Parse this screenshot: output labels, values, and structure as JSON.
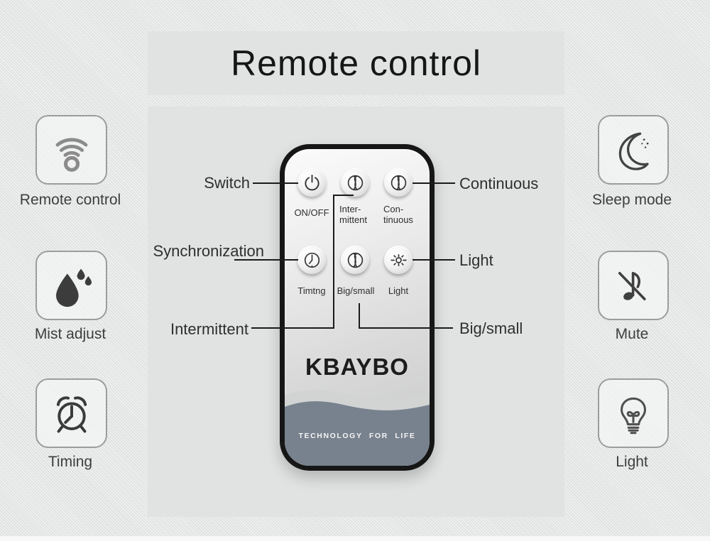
{
  "page": {
    "title": "Remote control"
  },
  "brand": {
    "name": "KBAYBO",
    "tagline": "TECHNOLOGY FOR LIFE"
  },
  "colors": {
    "background": "#ebecec",
    "panel": "#e1e2e2",
    "wave_slate": "#78828e",
    "wave_band": "#d2d4d4",
    "callout_line": "#1b1b1b",
    "remote_border": "#161616"
  },
  "remote": {
    "buttons": {
      "power": {
        "icon": "power-icon",
        "label": "ON/OFF"
      },
      "intermittent": {
        "icon": "mist-swirl-icon",
        "label_line1": "Inter-",
        "label_line2": "mittent"
      },
      "continuous": {
        "icon": "mist-swirl-icon",
        "label_line1": "Con-",
        "label_line2": "tinuous"
      },
      "timing": {
        "icon": "clock-icon",
        "label": "Timtng"
      },
      "bigsmall": {
        "icon": "mist-swirl-icon",
        "label": "Big/small"
      },
      "light": {
        "icon": "sun-icon",
        "label": "Light"
      }
    }
  },
  "callouts": {
    "switch": "Switch",
    "synchronization": "Synchronization",
    "intermittent": "Intermittent",
    "continuous": "Continuous",
    "light": "Light",
    "bigsmall": "Big/small"
  },
  "features": {
    "left": [
      {
        "label": "Remote control",
        "icon": "remote-signal-icon"
      },
      {
        "label": "Mist adjust",
        "icon": "water-drop-icon"
      },
      {
        "label": "Timing",
        "icon": "alarm-clock-icon"
      }
    ],
    "right": [
      {
        "label": "Sleep mode",
        "icon": "moon-icon"
      },
      {
        "label": "Mute",
        "icon": "muted-note-icon"
      },
      {
        "label": "Light",
        "icon": "light-bulb-icon"
      }
    ]
  }
}
